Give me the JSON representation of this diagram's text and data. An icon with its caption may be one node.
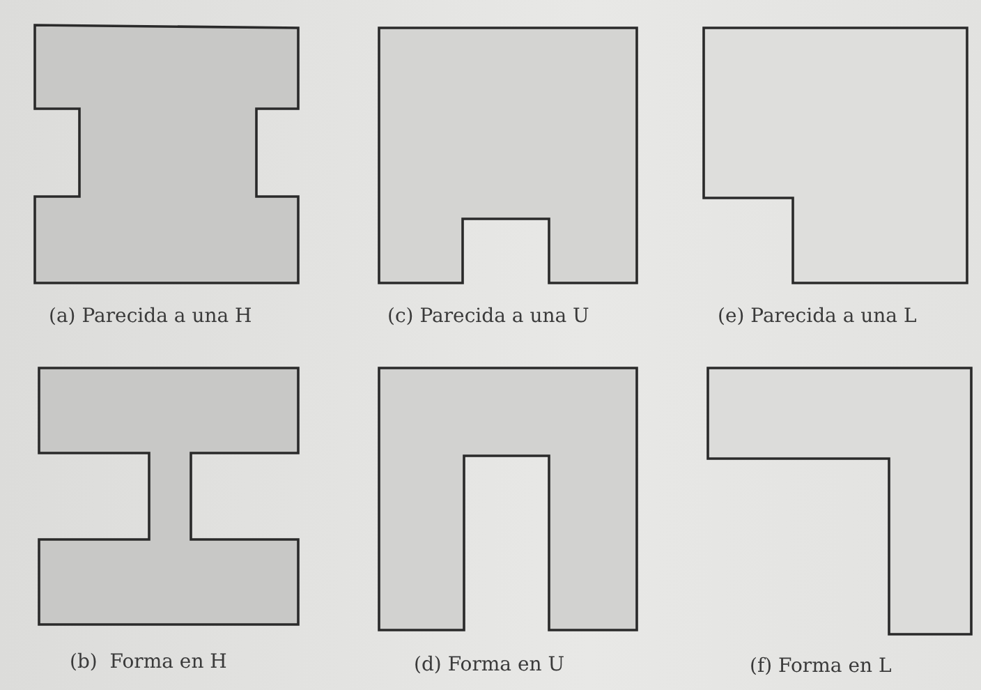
{
  "diagram": {
    "nodes": [
      {
        "text": [],
        "shape": "polygon",
        "beside": [
          "(a) Parecida a una H"
        ]
      },
      {
        "text": [],
        "shape": "polygon",
        "beside": [
          "(c) Parecida a una U"
        ]
      },
      {
        "text": [],
        "shape": "polygon",
        "beside": [
          "(e) Parecida a una L"
        ]
      },
      {
        "text": [],
        "shape": "polygon",
        "beside": [
          "(b)  Forma en H"
        ]
      },
      {
        "text": [],
        "shape": "polygon",
        "beside": [
          "(d) Forma en U"
        ]
      },
      {
        "text": [],
        "shape": "polygon",
        "beside": [
          "(f) Forma en L"
        ]
      }
    ]
  }
}
